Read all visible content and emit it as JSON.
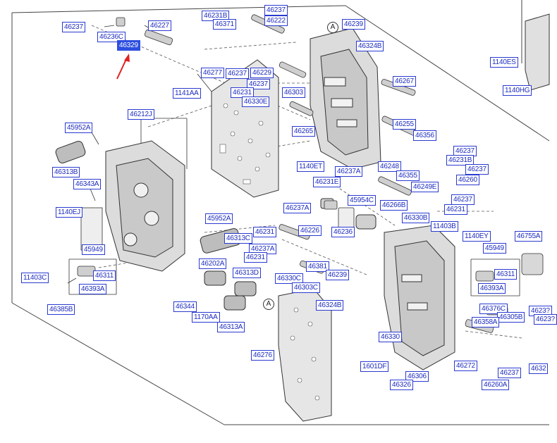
{
  "colors": {
    "label_text": "#1d2bbf",
    "label_border": "#2a3ad0",
    "highlight_bg": "#2d4fe0",
    "arrow": "#e02020",
    "lines": "#444444",
    "parts_fill": "#d9d9d9",
    "parts_stroke": "#333333"
  },
  "markers": [
    "A",
    "A"
  ],
  "labels": {
    "l46237a": "46237",
    "l46236c": "46236C",
    "l46329": "46329",
    "l46227": "46227",
    "l46231b_top": "46231B",
    "l46237_top": "46237",
    "l46371": "46371",
    "l46222": "46222",
    "l46239": "46239",
    "l46324b": "46324B",
    "l1140es": "1140ES",
    "l1140hg": "1140HG",
    "l46277": "46277",
    "l46237b": "46237",
    "l46229": "46229",
    "l46237c": "46237",
    "l46231": "46231",
    "l46303": "46303",
    "l46330e": "46330E",
    "l46267": "46267",
    "l1141aa": "1141AA",
    "l46212j": "46212J",
    "l46265": "46265",
    "l46255": "46255",
    "l46356": "46356",
    "l45952a": "45952A",
    "l46237d": "46237",
    "l46231b_r": "46231B",
    "l46237e": "46237",
    "l46248": "46248",
    "l46313b": "46313B",
    "l1140et": "1140ET",
    "l46237a2": "46237A",
    "l46355": "46355",
    "l46260": "46260",
    "l46249e": "46249E",
    "l46343a": "46343A",
    "l46231e": "46231E",
    "l45954c": "45954C",
    "l46237f": "46237",
    "l46266b": "46266B",
    "l46231c": "46231",
    "l1140ej": "1140EJ",
    "l46237a3": "46237A",
    "l46330b": "46330B",
    "l11403b": "11403B",
    "l45952a2": "45952A",
    "l46226": "46226",
    "l46236": "46236",
    "l1140ey": "1140EY",
    "l46755a": "46755A",
    "l46231d": "46231",
    "l46313c": "46313C",
    "l45949": "45949",
    "l45949b": "45949",
    "l46237a4": "46237A",
    "l46231f": "46231",
    "l46202a": "46202A",
    "l46381": "46381",
    "l46311": "46311",
    "l46311b": "46311",
    "l11403c": "11403C",
    "l46313d": "46313D",
    "l46330c": "46330C",
    "l46239b": "46239",
    "l46393a": "46393A",
    "l46393a2": "46393A",
    "l46303c": "46303C",
    "l46344": "46344",
    "l46324b2": "46324B",
    "l46376c": "46376C",
    "l46237g": "4623?",
    "l46385b": "46385B",
    "l1170aa": "1170AA",
    "l46313a": "46313A",
    "l46305b": "46305B",
    "l46237h": "4623?",
    "l46358a": "46358A",
    "l46276": "46276",
    "l46330": "46330",
    "l1601df": "1601DF",
    "l46272": "46272",
    "l46237i": "46237",
    "l4632x": "4632",
    "l46306": "46306",
    "l46326": "46326",
    "l46260a": "46260A"
  }
}
